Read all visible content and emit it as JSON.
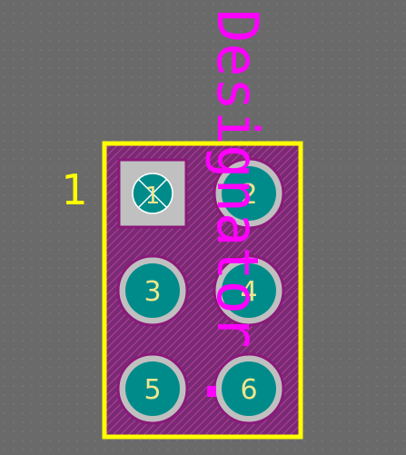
{
  "colors": {
    "background": "#6a6a6a",
    "grid_dot": "#8a8a8a",
    "silkscreen_outline": "#ffff00",
    "courtyard_hatch": "#a0208a",
    "copper_ring": "#c0c0c0",
    "drill_hole": "#008b8b",
    "pad_number": "#f0e68c",
    "designator": "#ff00ff",
    "pin1_marker_magenta": "#ff00ff"
  },
  "footprint": {
    "pin1_label": "1",
    "designator_text": "Designator",
    "pads": [
      {
        "number": "1",
        "shape": "square",
        "icon": "pin1-crosshair"
      },
      {
        "number": "2",
        "shape": "round"
      },
      {
        "number": "3",
        "shape": "round"
      },
      {
        "number": "4",
        "shape": "round"
      },
      {
        "number": "5",
        "shape": "round"
      },
      {
        "number": "6",
        "shape": "round"
      }
    ]
  }
}
